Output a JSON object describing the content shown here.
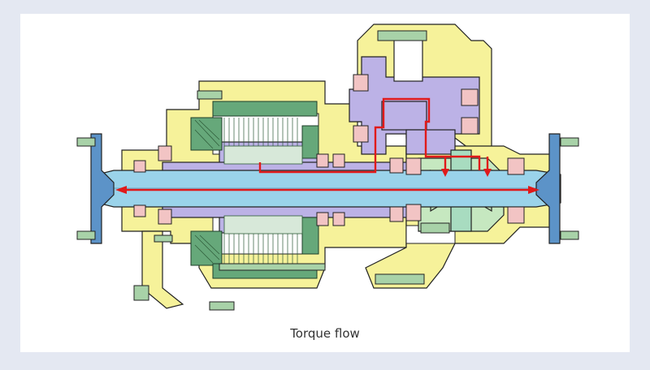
{
  "caption": "Torque flow",
  "colors": {
    "background": "#e4e8f2",
    "housing": "#f6f29a",
    "shaft": "#9ad3ea",
    "gear": "#bcb2e6",
    "stator": "#66a87a",
    "bearing": "#f2c4c4",
    "bolt": "#a8d2a8",
    "flange": "#5c93c8",
    "differential": "#c6e8c0",
    "torque_path": "#e01a1a"
  },
  "components": [
    "housing",
    "motor-stator",
    "motor-rotor",
    "output-shaft",
    "counter-gear",
    "differential",
    "output-flange",
    "bearings",
    "bolts"
  ]
}
